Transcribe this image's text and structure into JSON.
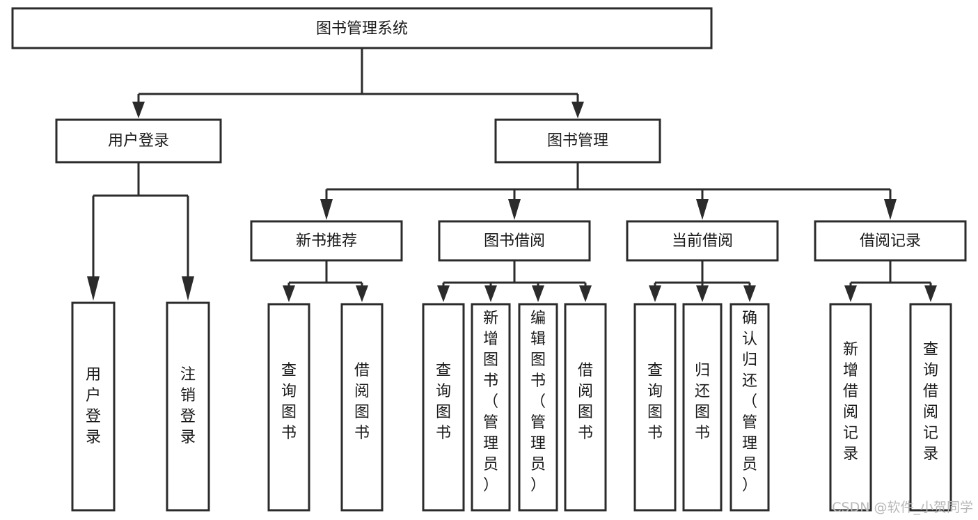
{
  "diagram": {
    "title": "图书管理系统",
    "type": "tree-hierarchy-chart",
    "orientation": "top-down",
    "colors": {
      "box_fill": "#ffffff",
      "box_stroke": "#2b2b2b",
      "text": "#1a1a1a",
      "background": "#ffffff",
      "watermark": "#b8b8b8"
    },
    "root": {
      "label": "图书管理系统"
    },
    "level2": [
      {
        "label": "用户登录"
      },
      {
        "label": "图书管理"
      }
    ],
    "level3": [
      {
        "label": "新书推荐"
      },
      {
        "label": "图书借阅"
      },
      {
        "label": "当前借阅"
      },
      {
        "label": "借阅记录"
      }
    ],
    "leaves": {
      "user_login": [
        {
          "label": "用户登录"
        },
        {
          "label": "注销登录"
        }
      ],
      "new_book_recommend": [
        {
          "label": "查询图书"
        },
        {
          "label": "借阅图书"
        }
      ],
      "book_borrow": [
        {
          "label": "查询图书"
        },
        {
          "label": "新增图书（管理员）"
        },
        {
          "label": "编辑图书（管理员）"
        },
        {
          "label": "借阅图书"
        }
      ],
      "current_borrow": [
        {
          "label": "查询图书"
        },
        {
          "label": "归还图书"
        },
        {
          "label": "确认归还（管理员）"
        }
      ],
      "borrow_record": [
        {
          "label": "新增借阅记录"
        },
        {
          "label": "查询借阅记录"
        }
      ]
    }
  },
  "watermark": {
    "text": "CSDN @软件_小贺同学"
  }
}
